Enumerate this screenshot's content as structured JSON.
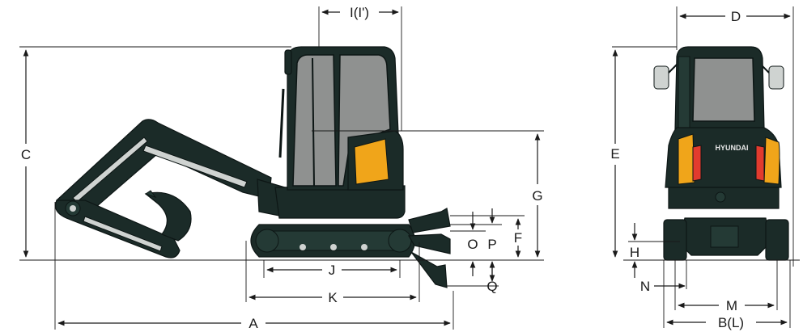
{
  "brand": "HYUNDAI",
  "colors": {
    "body": "#1b2b28",
    "glass": "#8f9190",
    "accent_yellow": "#f0a51a",
    "tail_light": "#e23b2e",
    "lines": "#1a1a1a"
  },
  "dimension_labels": {
    "A": "A",
    "C": "C",
    "F": "F",
    "G": "G",
    "I": "I(I')",
    "J": "J",
    "K": "K",
    "O": "O",
    "P": "P",
    "Q": "Q",
    "D": "D",
    "E": "E",
    "H": "H",
    "N": "N",
    "M": "M",
    "B": "B(L)"
  }
}
